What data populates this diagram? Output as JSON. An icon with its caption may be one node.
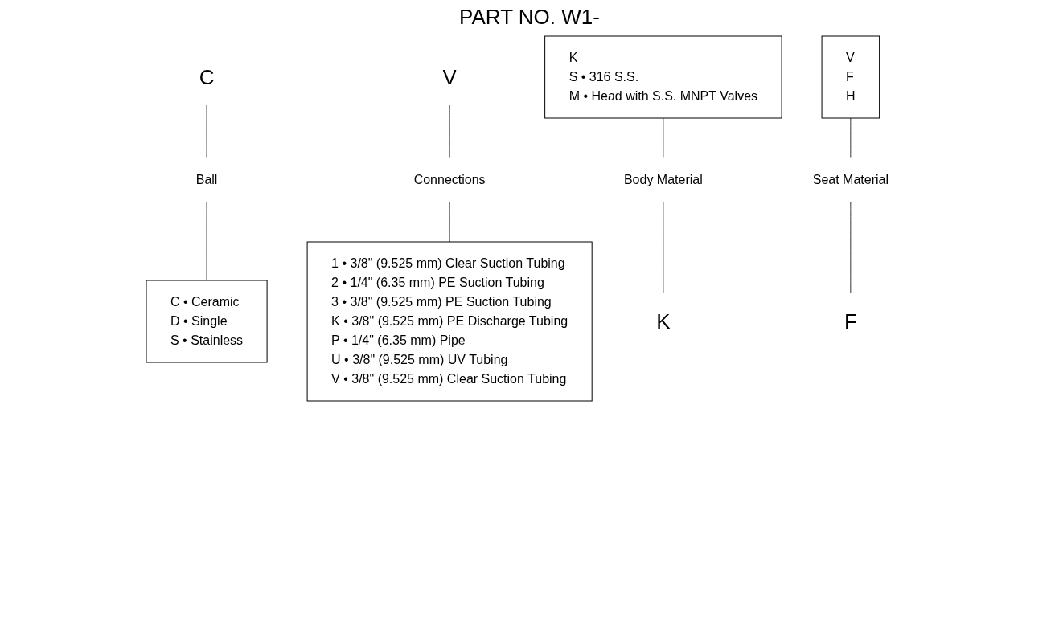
{
  "diagram": {
    "title": "PART NO. W1-",
    "nodes": [
      {
        "text": [
          "K"
        ]
      },
      {
        "text": [
          "F"
        ]
      },
      {
        "text": [
          "C"
        ]
      },
      {
        "text": [
          "V"
        ]
      },
      {
        "text": [
          "K",
          "S • 316 S.S.",
          "M • Head with S.S. MNPT Valves"
        ]
      },
      {
        "text": [
          "Body Material"
        ]
      },
      {
        "text": [
          "V",
          "F",
          "H"
        ]
      },
      {
        "text": [
          "Seat Material"
        ]
      },
      {
        "text": [
          "Connections"
        ]
      },
      {
        "text": [
          "1 • 3/8\" (9.525 mm) Clear Suction Tubing",
          "2 • 1/4\" (6.35 mm) PE Suction Tubing",
          "3 • 3/8\" (9.525 mm) PE Suction Tubing",
          "K • 3/8\" (9.525 mm) PE Discharge Tubing",
          "P • 1/4\" (6.35 mm) Pipe",
          "U • 3/8\" (9.525 mm) UV Tubing",
          "V • 3/8\" (9.525 mm) Clear Suction Tubing"
        ]
      },
      {
        "text": [
          "Ball"
        ]
      },
      {
        "text": [
          "C • Ceramic",
          "D • Single",
          "S • Stainless"
        ]
      }
    ],
    "edges": [
      {
        "from": 4,
        "to": 5,
        "arrow": "none"
      },
      {
        "from": 5,
        "to": 0,
        "arrow": "none"
      },
      {
        "from": 6,
        "to": 7,
        "arrow": "none"
      },
      {
        "from": 7,
        "to": 1,
        "arrow": "none"
      },
      {
        "from": 3,
        "to": 8,
        "arrow": "none"
      },
      {
        "from": 8,
        "to": 9,
        "arrow": "none"
      },
      {
        "from": 2,
        "to": 10,
        "arrow": "none"
      },
      {
        "from": 10,
        "to": 11,
        "arrow": "none"
      }
    ]
  }
}
